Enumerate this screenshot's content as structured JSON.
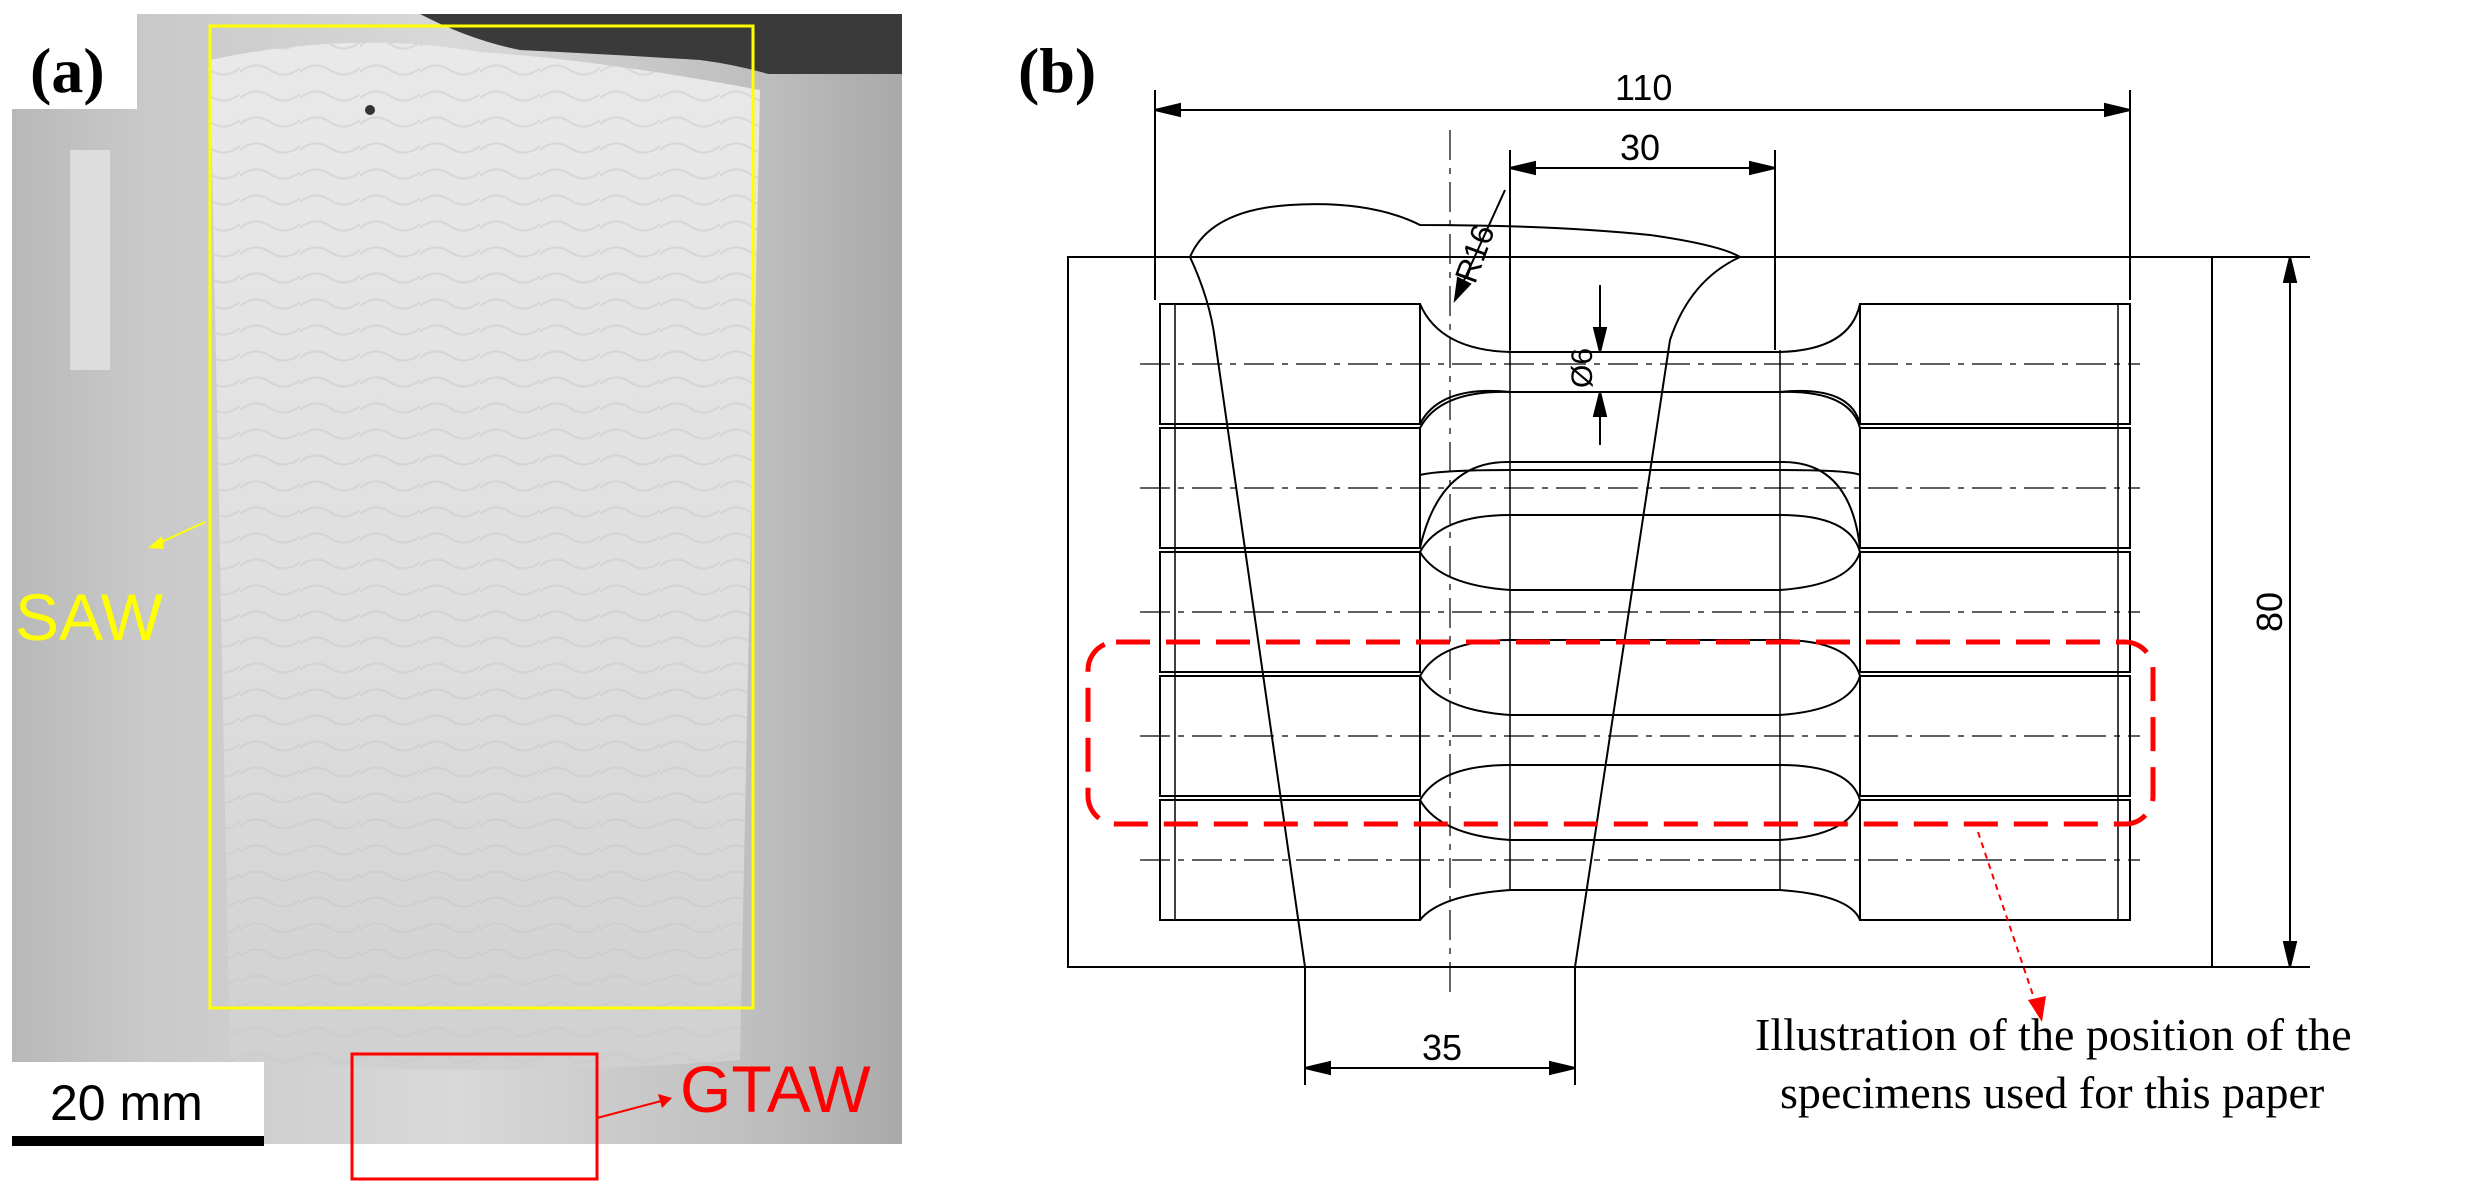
{
  "panel_a": {
    "label": "(a)",
    "saw_label": "SAW",
    "gtaw_label": "GTAW",
    "scale_bar": "20 mm",
    "colors": {
      "saw": "#ffff00",
      "gtaw": "#ff0000",
      "photo_bg": "#9a9a9a"
    }
  },
  "panel_b": {
    "label": "(b)",
    "dims": {
      "width_total": "110",
      "gauge": "30",
      "radius": "R16",
      "diameter": "Ø6",
      "height": "80",
      "weld_width": "35"
    },
    "caption_line1": "Illustration of the position of the",
    "caption_line2": "specimens used for this paper",
    "colors": {
      "highlight": "#ff0000",
      "line": "#000000"
    }
  }
}
